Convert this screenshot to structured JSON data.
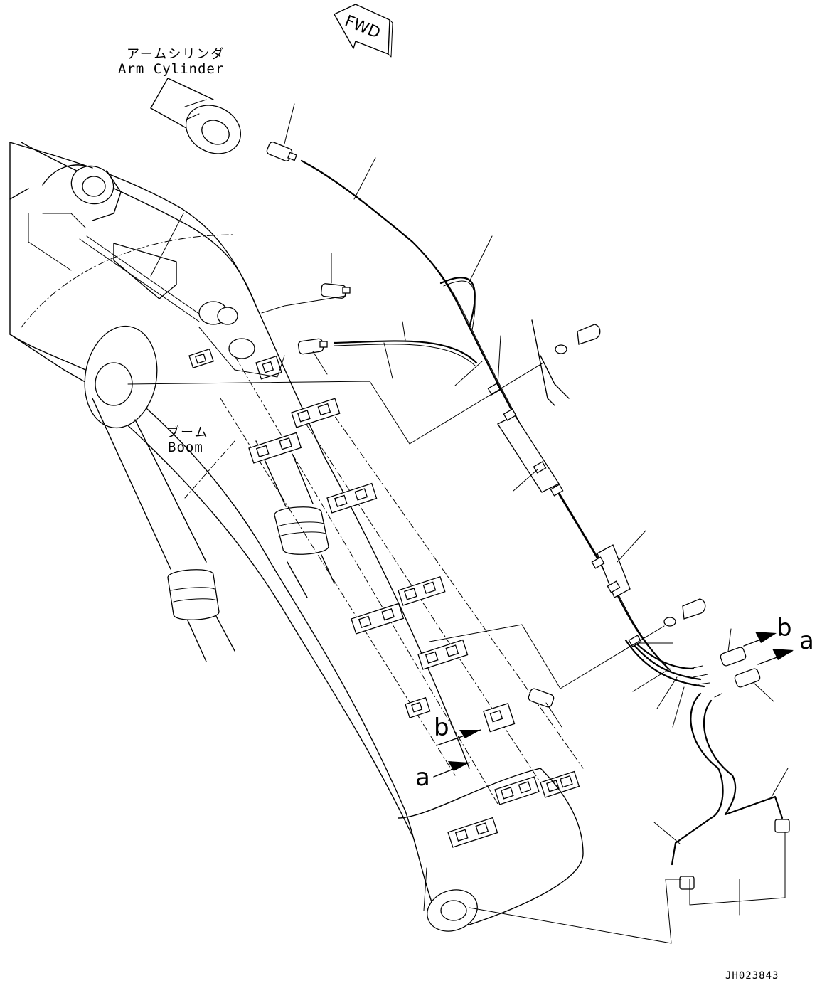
{
  "labels": {
    "fwd": "FWD",
    "arm_cylinder_jp": "アームシリンダ",
    "arm_cylinder_en": "Arm Cylinder",
    "boom_jp": "ブーム",
    "boom_en": "Boom",
    "marker_a": "a",
    "marker_b": "b",
    "drawing_code": "JH023843"
  }
}
